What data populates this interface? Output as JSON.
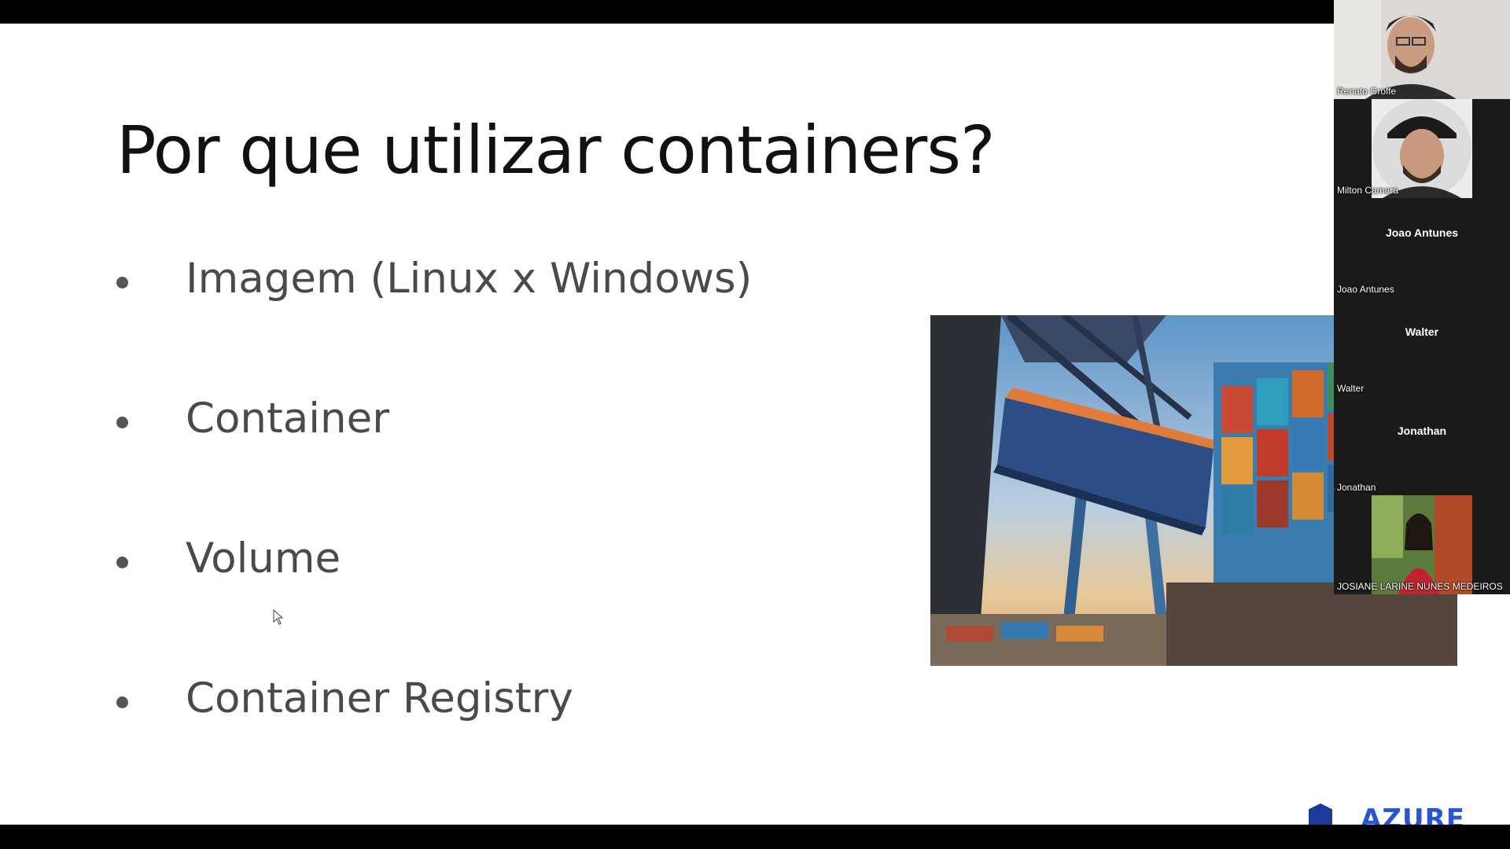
{
  "slide": {
    "title": "Por que utilizar containers?",
    "bullets": [
      "Imagem (Linux x Windows)",
      "Container",
      "Volume",
      "Container Registry"
    ],
    "logo_text": "AZURE"
  },
  "participants": [
    {
      "name": "Renato Groffe",
      "display": "video"
    },
    {
      "name": "Milton Camara",
      "display": "avatar-photo"
    },
    {
      "name": "Joao Antunes",
      "display": "name-only",
      "center_label": "Joao Antunes"
    },
    {
      "name": "Walter",
      "display": "name-only",
      "center_label": "Walter"
    },
    {
      "name": "Jonathan",
      "display": "name-only",
      "center_label": "Jonathan"
    },
    {
      "name": "JOSIANE LARINE NUNES MEDEIROS",
      "display": "photo"
    }
  ],
  "colors": {
    "slide_background": "#ffffff",
    "title_text": "#111111",
    "bullet_text": "#4a4a4a",
    "participant_panel": "#1a1a1a",
    "logo_blue": "#2a55d0"
  }
}
